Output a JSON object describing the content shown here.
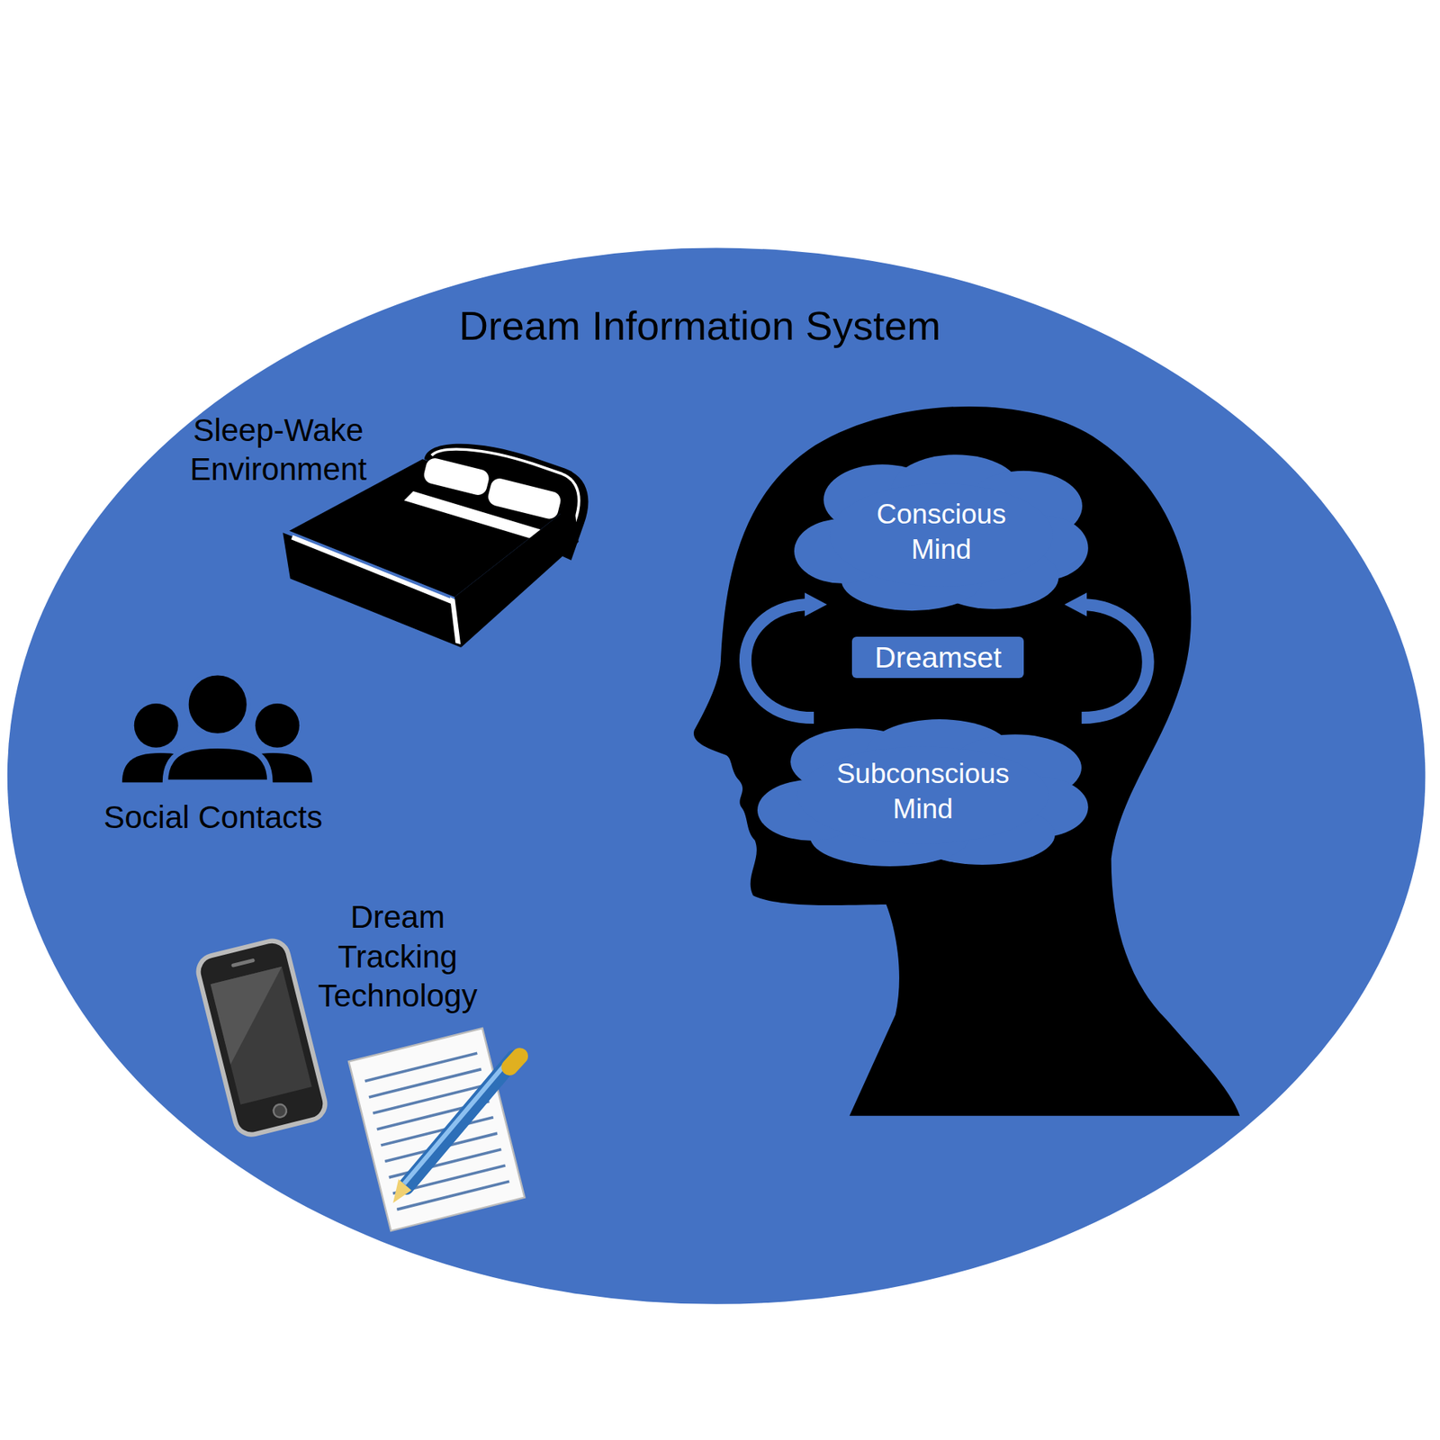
{
  "diagram": {
    "title": "Dream Information System",
    "nodes": [
      {
        "text": [
          "Conscious Mind"
        ]
      },
      {
        "text": [
          "Dreamset"
        ]
      },
      {
        "text": [
          "Subconscious Mind"
        ]
      }
    ],
    "edges": [
      {
        "from": 2,
        "to": 0,
        "arrow": "to"
      },
      {
        "from": 2,
        "to": 0,
        "arrow": "to"
      }
    ],
    "labels": [
      "Sleep-Wake Environment",
      "Social Contacts",
      "Dream Tracking Technology"
    ]
  }
}
